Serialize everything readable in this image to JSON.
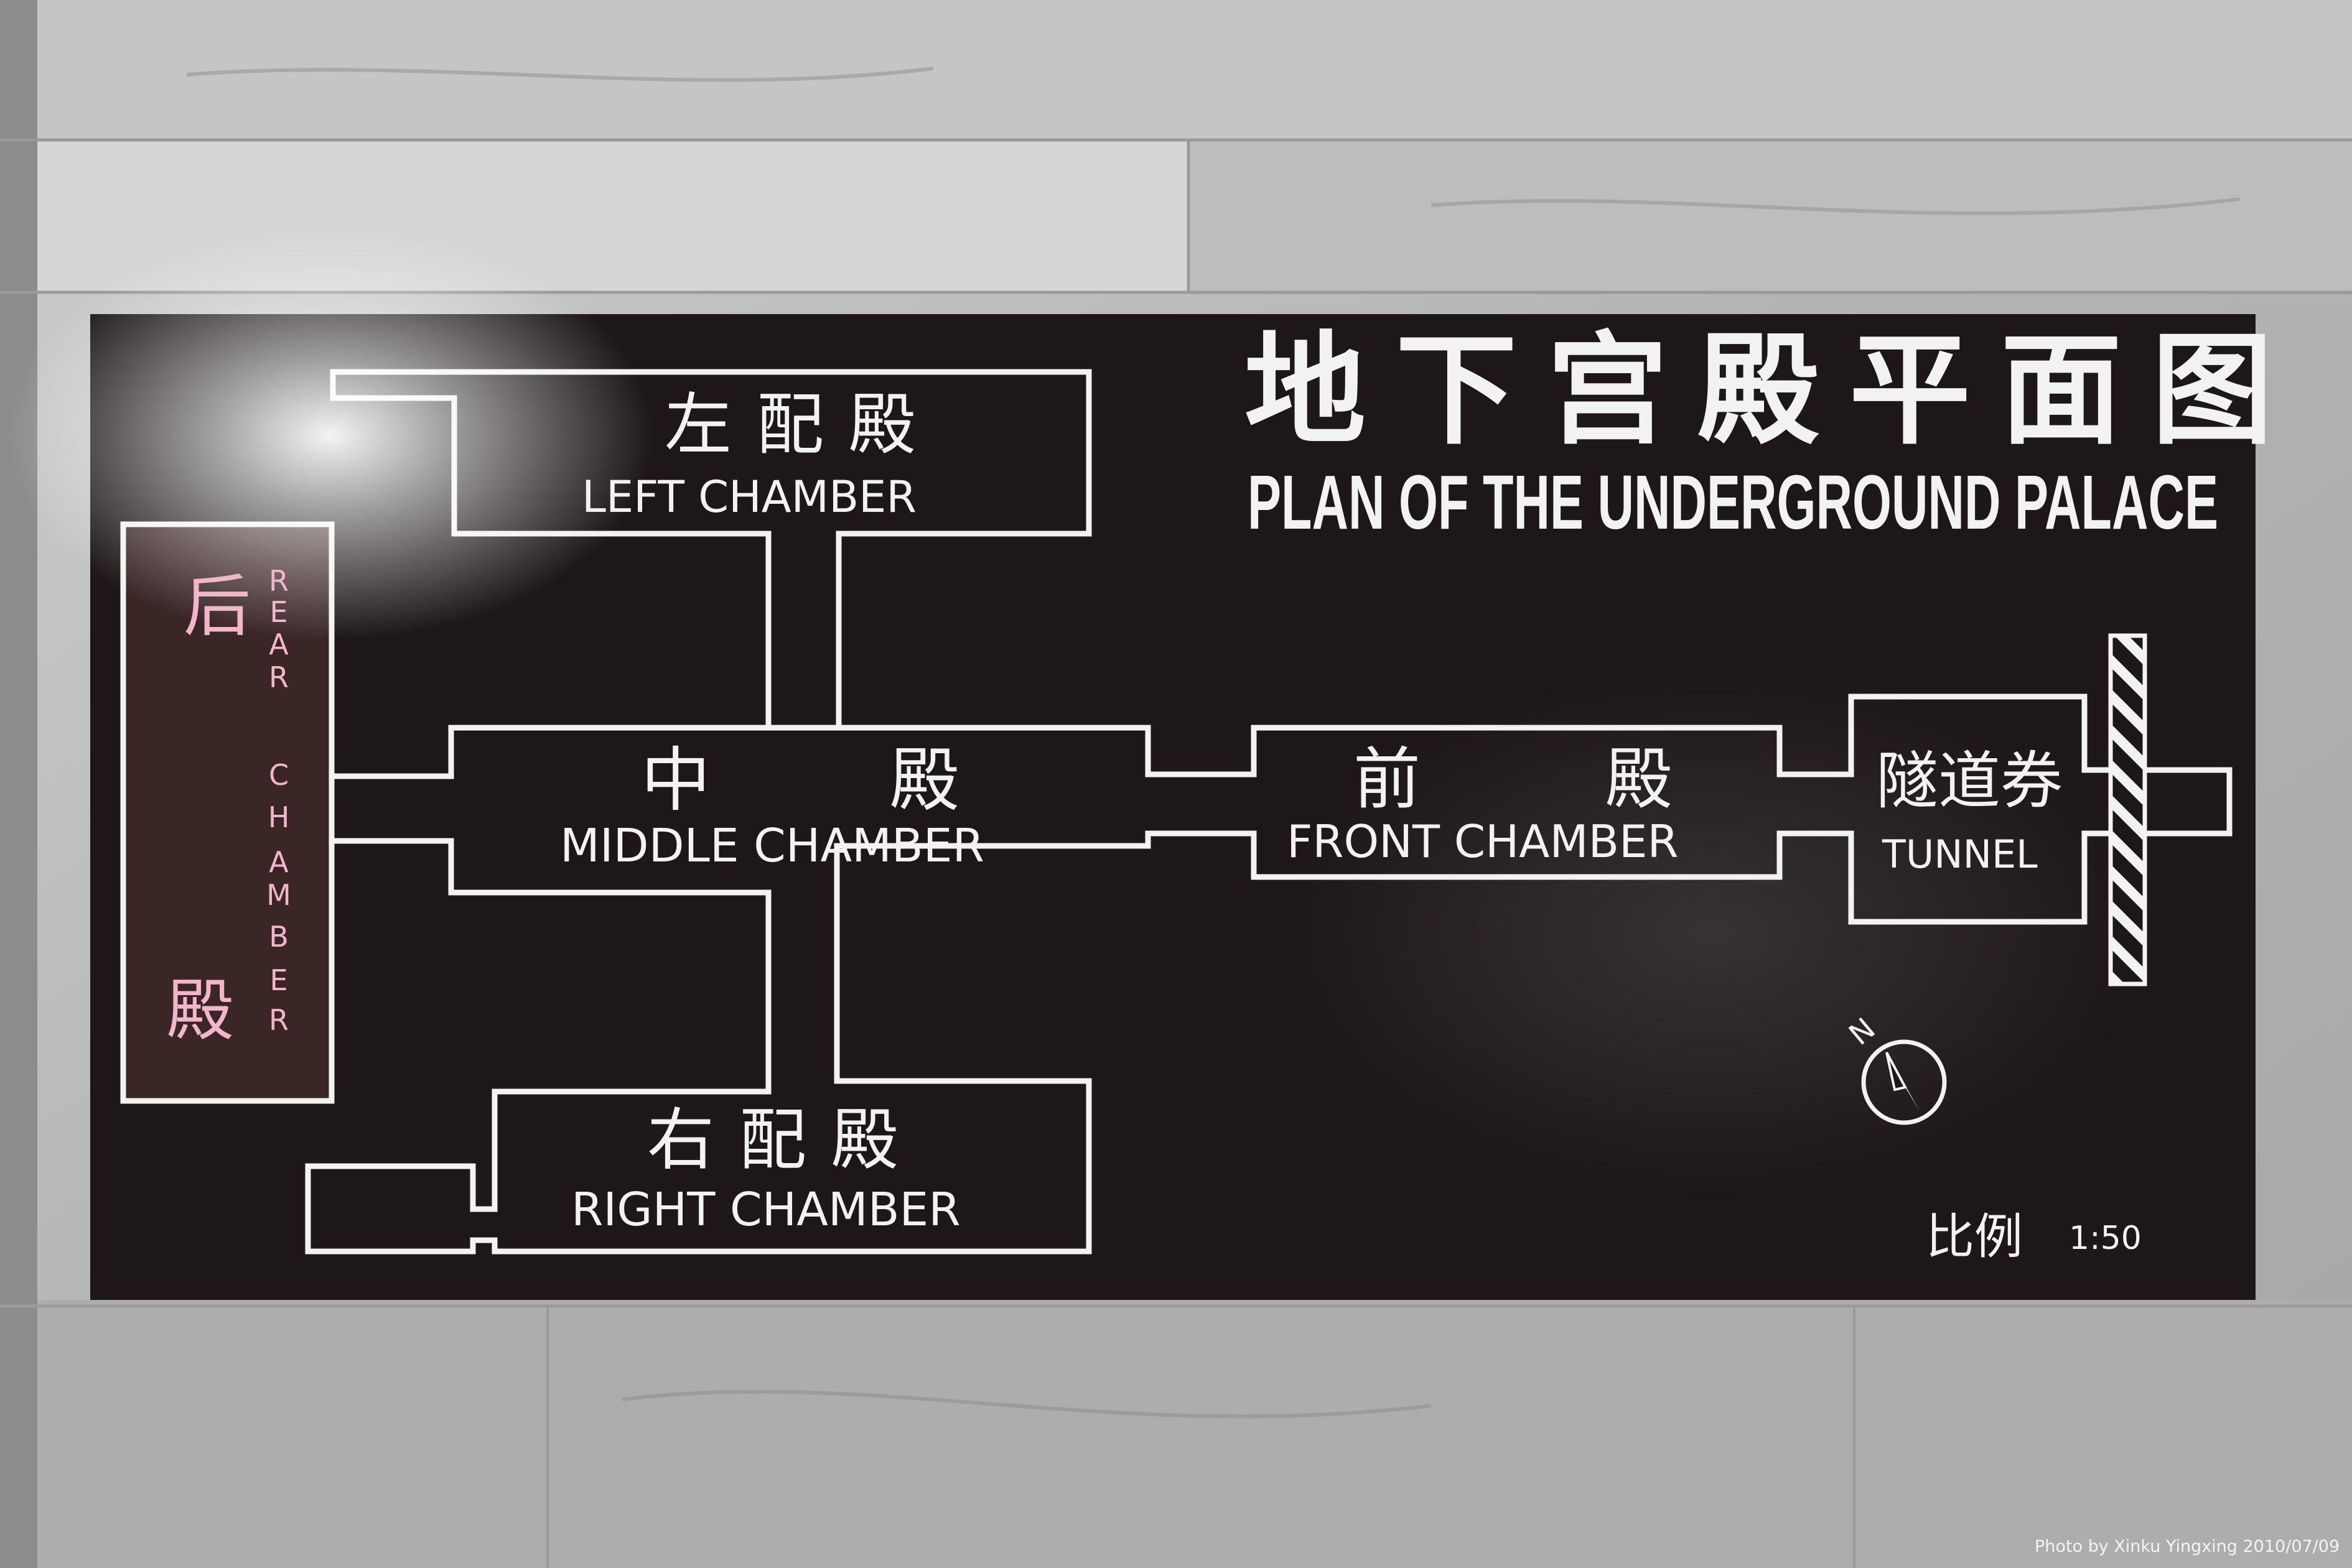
{
  "sign": {
    "title_cn": "地下宫殿平面图",
    "title_en": "PLAN OF THE UNDERGROUND PALACE",
    "colors": {
      "board": "#1d1717",
      "line": "#f2f2f0",
      "rear_text": "#f2b6cc",
      "rear_panel": "#3b2626"
    }
  },
  "rooms": {
    "left": {
      "cn": "左配殿",
      "en": "LEFT CHAMBER"
    },
    "middle": {
      "cn_1": "中",
      "cn_2": "殿",
      "en": "MIDDLE CHAMBER"
    },
    "right": {
      "cn": "右配殿",
      "en": "RIGHT CHAMBER"
    },
    "front": {
      "cn_1": "前",
      "cn_2": "殿",
      "en": "FRONT CHAMBER"
    },
    "tunnel": {
      "cn": "隧道券",
      "en": "TUNNEL"
    },
    "rear": {
      "cn_1": "后",
      "cn_2": "殿",
      "en_letters": [
        "R",
        "E",
        "A",
        "R",
        "C",
        "H",
        "A",
        "M",
        "B",
        "E",
        "R"
      ]
    }
  },
  "compass": {
    "label": "N",
    "icon": "north-arrow-icon"
  },
  "scale": {
    "label": "比例",
    "value": "1:50"
  },
  "photo_credit": "Photo by Xinku Yingxing 2010/07/09"
}
